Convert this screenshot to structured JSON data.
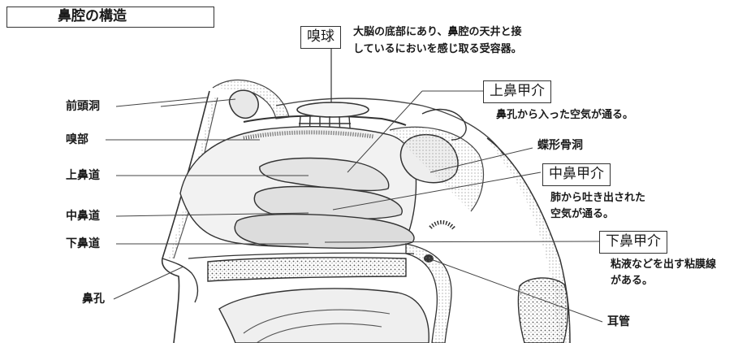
{
  "title": "鼻腔の構造",
  "callouts": {
    "olfactory_bulb": {
      "label": "嗅球",
      "desc_1": "大脳の底部にあり、鼻腔の天井と接",
      "desc_2": "しているにおいを感じ取る受容器。"
    },
    "superior_concha": {
      "label": "上鼻甲介",
      "desc_1": "鼻孔から入った空気が通る。"
    },
    "middle_concha": {
      "label": "中鼻甲介",
      "desc_1": "肺から吐き出された",
      "desc_2": "空気が通る。"
    },
    "inferior_concha": {
      "label": "下鼻甲介",
      "desc_1": "粘液などを出す粘膜線",
      "desc_2": "がある。"
    }
  },
  "labels": {
    "frontal_sinus": "前頭洞",
    "olfactory_region": "嗅部",
    "superior_meatus": "上鼻道",
    "middle_meatus": "中鼻道",
    "inferior_meatus": "下鼻道",
    "nostril": "鼻孔",
    "sphenoid_sinus": "蝶形骨洞",
    "eustachian_tube": "耳管"
  }
}
